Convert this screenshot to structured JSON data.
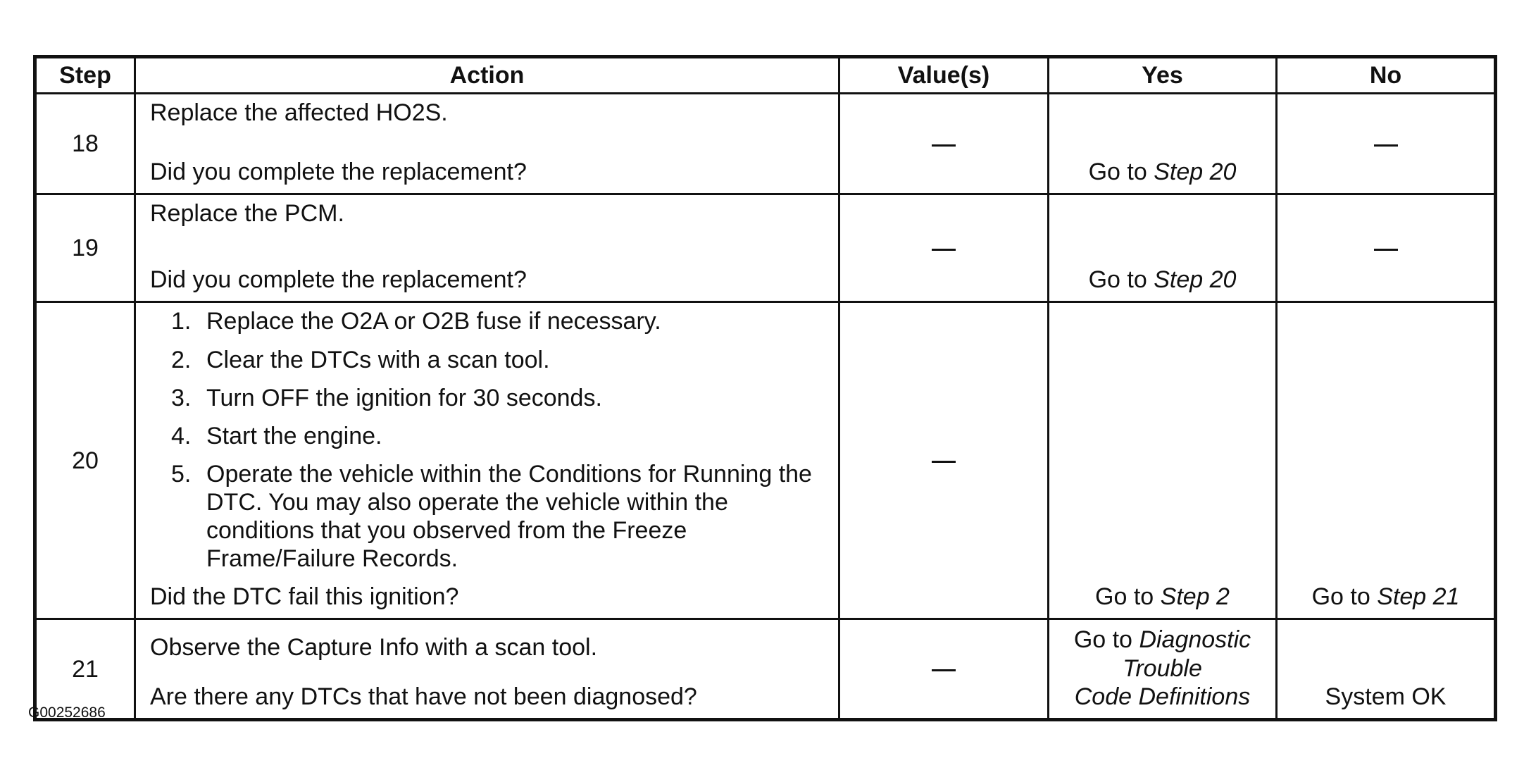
{
  "headers": {
    "step": "Step",
    "action": "Action",
    "values": "Value(s)",
    "yes": "Yes",
    "no": "No"
  },
  "rows": [
    {
      "step": "18",
      "action_text": "Replace the affected HO2S.",
      "question": "Did you complete the replacement?",
      "value": "—",
      "yes": {
        "prefix": "Go to",
        "ref": "Step 20"
      },
      "no": "—"
    },
    {
      "step": "19",
      "action_text": "Replace the PCM.",
      "question": "Did you complete the replacement?",
      "value": "—",
      "yes": {
        "prefix": "Go to",
        "ref": "Step 20"
      },
      "no": "—"
    },
    {
      "step": "20",
      "items": [
        {
          "n": "1.",
          "text": "Replace the O2A or O2B fuse if necessary."
        },
        {
          "n": "2.",
          "text": "Clear the DTCs with a scan tool."
        },
        {
          "n": "3.",
          "text": "Turn OFF the ignition for 30 seconds."
        },
        {
          "n": "4.",
          "text": "Start the engine."
        },
        {
          "n": "5.",
          "text": "Operate the vehicle within the Conditions for Running the DTC. You may also operate the vehicle within the conditions that you observed from the Freeze Frame/Failure Records."
        }
      ],
      "question": "Did the DTC fail this ignition?",
      "value": "—",
      "yes": {
        "prefix": "Go to",
        "ref": "Step 2"
      },
      "no": {
        "prefix": "Go to",
        "ref": "Step 21"
      }
    },
    {
      "step": "21",
      "action_text": "Observe the Capture Info with a scan tool.",
      "question": "Are there any DTCs that have not been diagnosed?",
      "value": "—",
      "yes": {
        "prefix": "Go to",
        "ref_line1": "Diagnostic",
        "ref_line2": "Trouble",
        "ref_line3": "Code Definitions"
      },
      "no": "System OK"
    }
  ],
  "figure_id": "G00252686"
}
